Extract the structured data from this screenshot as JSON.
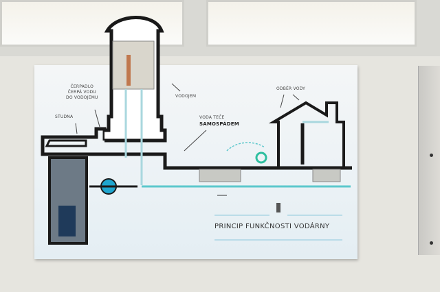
{
  "labels": {
    "studna": "STUDNA",
    "cerpadlo": "ČERPADLO\nČERPÁ VODU\nDO VODOJEMU",
    "vodojem": "VODOJEM",
    "voda_tece": "VODA TEČE",
    "samospadem": "SAMOSPÁDEM",
    "odber_vody": "ODBĚR VODY"
  },
  "title": "PRINCIP FUNKČNOSTI VODÁRNY",
  "colors": {
    "outline": "#1a1a1a",
    "water": "#4cc3c9",
    "pump": "#1fa6cf",
    "accent_line": "#8cc7dc"
  }
}
